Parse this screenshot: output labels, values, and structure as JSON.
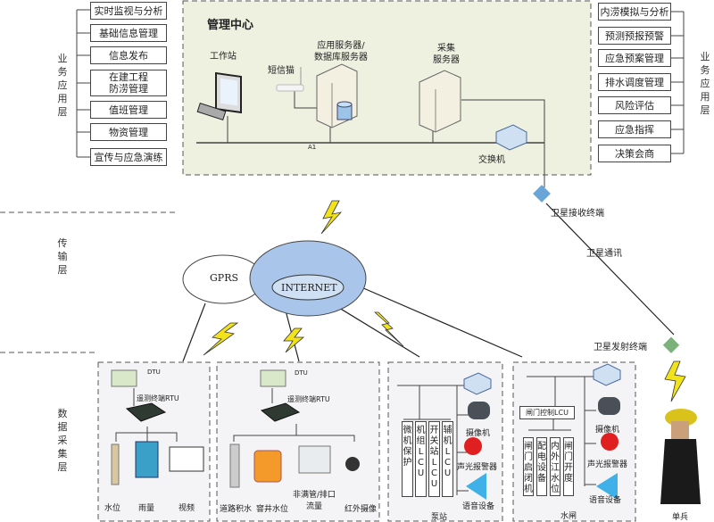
{
  "layers": {
    "business": "业务应用层",
    "transport": "传输层",
    "collection": "数据采集层"
  },
  "left_modules": [
    "实时监视与分析",
    "基础信息管理",
    "信息发布",
    "在建工程\n防涝管理",
    "值班管理",
    "物资管理",
    "宣传与应急演练"
  ],
  "right_modules": [
    "内涝模拟与分析",
    "预测预报预警",
    "应急预案管理",
    "排水调度管理",
    "风险评估",
    "应急指挥",
    "决策会商"
  ],
  "center": {
    "title": "管理中心",
    "workstation": "工作站",
    "sms_modem": "短信猫",
    "app_server": "应用服务器/\n数据库服务器",
    "collect_server": "采集\n服务器",
    "switch": "交换机",
    "bus_label": "A1"
  },
  "network": {
    "gprs": "GPRS",
    "internet": "INTERNET",
    "sat_receiver": "卫星接收终端",
    "sat_comm": "卫星通讯",
    "sat_transmitter": "卫星发射终端",
    "soldier": "单兵"
  },
  "station1": {
    "dtu": "DTU",
    "rtu": "遥测终端RTU",
    "sensors": [
      "水位",
      "雨量",
      "视频"
    ]
  },
  "station2": {
    "dtu": "DTU",
    "rtu": "遥测终端RTU",
    "sensors": [
      "道路积水",
      "窨井水位",
      "非满管/排口\n流量",
      "红外摄像"
    ]
  },
  "pump": {
    "name": "泵站",
    "units": [
      "微机保护",
      "机组LCU",
      "开关站LCU",
      "辅机LCU"
    ],
    "camera": "摄像机",
    "alarm": "声光报警器",
    "voice": "语音设备"
  },
  "gate": {
    "name": "水闸",
    "lcu": "闸门控制LCU",
    "units": [
      "闸门启闭机",
      "配电设备",
      "内外江水位",
      "闸门开度"
    ],
    "camera": "摄像机",
    "alarm": "声光报警器",
    "voice": "语音设备"
  },
  "colors": {
    "center_bg": "#eef0e0",
    "cloud": "#a9c6ea",
    "lightning": "#f2e21a",
    "box_bg": "#f4f4f6"
  }
}
